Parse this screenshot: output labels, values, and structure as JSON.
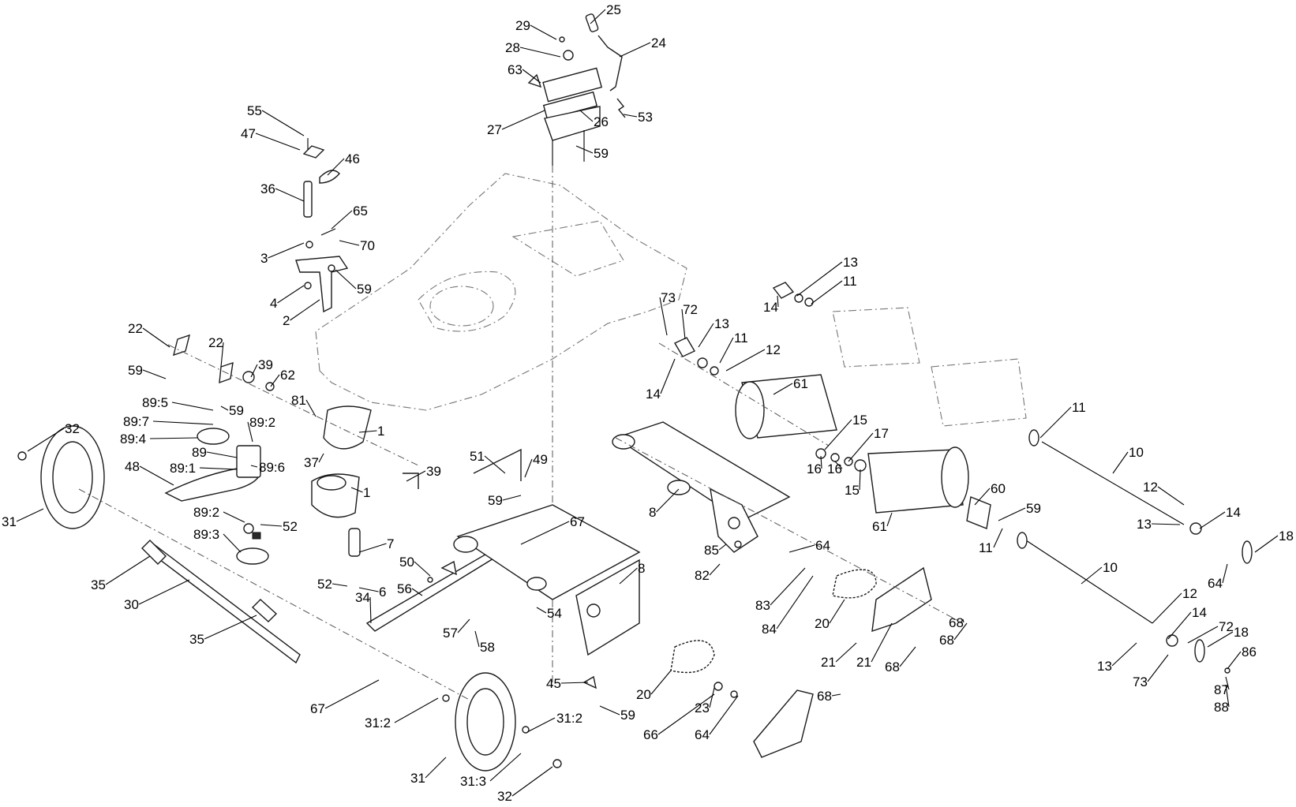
{
  "callouts": [
    {
      "id": "c25",
      "text": "25"
    },
    {
      "id": "c29",
      "text": "29"
    },
    {
      "id": "c24",
      "text": "24"
    },
    {
      "id": "c28",
      "text": "28"
    },
    {
      "id": "c63",
      "text": "63"
    },
    {
      "id": "c53",
      "text": "53"
    },
    {
      "id": "c27",
      "text": "27"
    },
    {
      "id": "c26",
      "text": "26"
    },
    {
      "id": "c59a",
      "text": "59"
    },
    {
      "id": "c55",
      "text": "55"
    },
    {
      "id": "c47",
      "text": "47"
    },
    {
      "id": "c46",
      "text": "46"
    },
    {
      "id": "c36",
      "text": "36"
    },
    {
      "id": "c65",
      "text": "65"
    },
    {
      "id": "c70",
      "text": "70"
    },
    {
      "id": "c3",
      "text": "3"
    },
    {
      "id": "c59b",
      "text": "59"
    },
    {
      "id": "c4",
      "text": "4"
    },
    {
      "id": "c2",
      "text": "2"
    },
    {
      "id": "c22a",
      "text": "22"
    },
    {
      "id": "c22b",
      "text": "22"
    },
    {
      "id": "c59c",
      "text": "59"
    },
    {
      "id": "c39a",
      "text": "39"
    },
    {
      "id": "c62",
      "text": "62"
    },
    {
      "id": "c59d",
      "text": "59"
    },
    {
      "id": "c81",
      "text": "81"
    },
    {
      "id": "c89_5",
      "text": "89:5"
    },
    {
      "id": "c89_7",
      "text": "89:7"
    },
    {
      "id": "c89_2a",
      "text": "89:2"
    },
    {
      "id": "c89_4",
      "text": "89:4"
    },
    {
      "id": "c1a",
      "text": "1"
    },
    {
      "id": "c89",
      "text": "89"
    },
    {
      "id": "c37",
      "text": "37"
    },
    {
      "id": "c89_1",
      "text": "89:1"
    },
    {
      "id": "c89_6",
      "text": "89:6"
    },
    {
      "id": "c48",
      "text": "48"
    },
    {
      "id": "c1b",
      "text": "1"
    },
    {
      "id": "c52a",
      "text": "52"
    },
    {
      "id": "c89_2b",
      "text": "89:2"
    },
    {
      "id": "c89_3",
      "text": "89:3"
    },
    {
      "id": "c7",
      "text": "7"
    },
    {
      "id": "c52b",
      "text": "52"
    },
    {
      "id": "c6",
      "text": "6"
    },
    {
      "id": "c32a",
      "text": "32"
    },
    {
      "id": "c31a",
      "text": "31"
    },
    {
      "id": "c35a",
      "text": "35"
    },
    {
      "id": "c30",
      "text": "30"
    },
    {
      "id": "c35b",
      "text": "35"
    },
    {
      "id": "c39b",
      "text": "39"
    },
    {
      "id": "c51",
      "text": "51"
    },
    {
      "id": "c49",
      "text": "49"
    },
    {
      "id": "c59e",
      "text": "59"
    },
    {
      "id": "c67a",
      "text": "67"
    },
    {
      "id": "c50",
      "text": "50"
    },
    {
      "id": "c56",
      "text": "56"
    },
    {
      "id": "c8a",
      "text": "8"
    },
    {
      "id": "c34",
      "text": "34"
    },
    {
      "id": "c57",
      "text": "57"
    },
    {
      "id": "c58",
      "text": "58"
    },
    {
      "id": "c54",
      "text": "54"
    },
    {
      "id": "c45",
      "text": "45"
    },
    {
      "id": "c67b",
      "text": "67"
    },
    {
      "id": "c59f",
      "text": "59"
    },
    {
      "id": "c20a",
      "text": "20"
    },
    {
      "id": "c23",
      "text": "23"
    },
    {
      "id": "c66",
      "text": "66"
    },
    {
      "id": "c64a",
      "text": "64"
    },
    {
      "id": "c31_2a",
      "text": "31:2"
    },
    {
      "id": "c31_2b",
      "text": "31:2"
    },
    {
      "id": "c31b",
      "text": "31"
    },
    {
      "id": "c31_3",
      "text": "31:3"
    },
    {
      "id": "c32b",
      "text": "32"
    },
    {
      "id": "c21a",
      "text": "21"
    },
    {
      "id": "c68a",
      "text": "68"
    },
    {
      "id": "c68b",
      "text": "68"
    },
    {
      "id": "c73a",
      "text": "73"
    },
    {
      "id": "c72a",
      "text": "72"
    },
    {
      "id": "c13a",
      "text": "13"
    },
    {
      "id": "c11a",
      "text": "11"
    },
    {
      "id": "c14a",
      "text": "14"
    },
    {
      "id": "c13b",
      "text": "13"
    },
    {
      "id": "c11b",
      "text": "11"
    },
    {
      "id": "c14b",
      "text": "14"
    },
    {
      "id": "c12a",
      "text": "12"
    },
    {
      "id": "c61a",
      "text": "61"
    },
    {
      "id": "c15a",
      "text": "15"
    },
    {
      "id": "c17",
      "text": "17"
    },
    {
      "id": "c16a",
      "text": "16"
    },
    {
      "id": "c16b",
      "text": "16"
    },
    {
      "id": "c15b",
      "text": "15"
    },
    {
      "id": "c11c",
      "text": "11"
    },
    {
      "id": "c10a",
      "text": "10"
    },
    {
      "id": "c12b",
      "text": "12"
    },
    {
      "id": "c8b",
      "text": "8"
    },
    {
      "id": "c60",
      "text": "60"
    },
    {
      "id": "c59g",
      "text": "59"
    },
    {
      "id": "c61b",
      "text": "61"
    },
    {
      "id": "c14c",
      "text": "14"
    },
    {
      "id": "c18a",
      "text": "18"
    },
    {
      "id": "c13c",
      "text": "13"
    },
    {
      "id": "c85",
      "text": "85"
    },
    {
      "id": "c64b",
      "text": "64"
    },
    {
      "id": "c82",
      "text": "82"
    },
    {
      "id": "c11d",
      "text": "11"
    },
    {
      "id": "c10b",
      "text": "10"
    },
    {
      "id": "c64c",
      "text": "64"
    },
    {
      "id": "c83",
      "text": "83"
    },
    {
      "id": "c84",
      "text": "84"
    },
    {
      "id": "c20b",
      "text": "20"
    },
    {
      "id": "c68c",
      "text": "68"
    },
    {
      "id": "c12c",
      "text": "12"
    },
    {
      "id": "c14d",
      "text": "14"
    },
    {
      "id": "c72b",
      "text": "72"
    },
    {
      "id": "c18b",
      "text": "18"
    },
    {
      "id": "c86",
      "text": "86"
    },
    {
      "id": "c21b",
      "text": "21"
    },
    {
      "id": "c68d",
      "text": "68"
    },
    {
      "id": "c13d",
      "text": "13"
    },
    {
      "id": "c73b",
      "text": "73"
    },
    {
      "id": "c87",
      "text": "87"
    },
    {
      "id": "c88",
      "text": "88"
    }
  ]
}
